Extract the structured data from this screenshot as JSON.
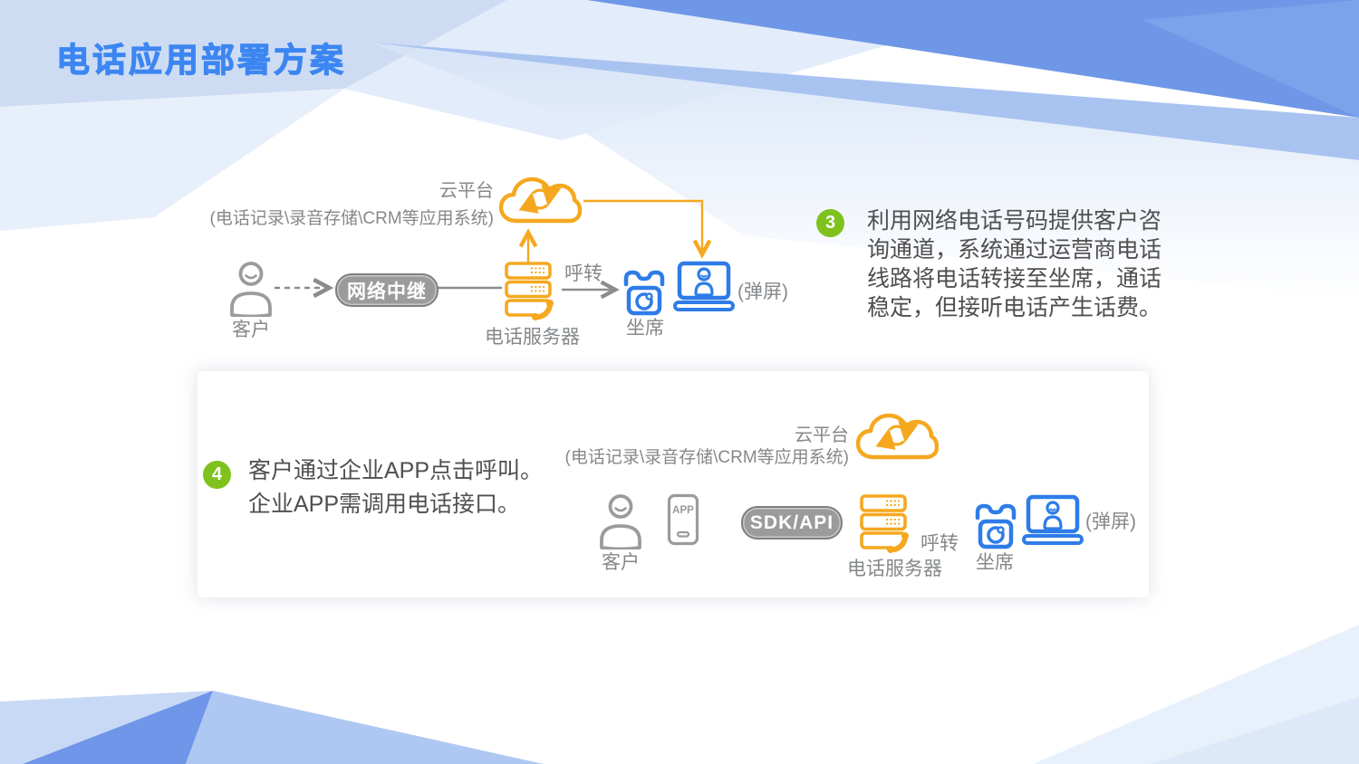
{
  "slide": {
    "title": "电话应用部署方案"
  },
  "colors": {
    "title_blue": "#3C86F2",
    "orange": "#F5A81F",
    "icon_blue": "#2E7CE8",
    "green": "#7FC21E",
    "gray_text": "#85888B",
    "dark_text": "#4F4F4F",
    "pill_gray": "#9B9B9B"
  },
  "icons": [
    "customer-person-icon",
    "phone-server-icon",
    "cloud-sync-icon",
    "agent-phone-icon",
    "agent-laptop-icon",
    "smartphone-app-icon"
  ],
  "flow_top": {
    "cloud_title": "云平台",
    "cloud_subtitle": "(电话记录\\录音存储\\CRM等应用系统)",
    "customer": "客户",
    "relay_pill": "网络中继",
    "server": "电话服务器",
    "transfer": "呼转",
    "agent": "坐席",
    "popup": "(弹屏)",
    "note": {
      "number": "3",
      "text": "利用网络电话号码提供客户咨询通道，系统通过运营商电话线路将电话转接至坐席，通话稳定，但接听电话产生话费。"
    }
  },
  "flow_bottom": {
    "cloud_title": "云平台",
    "cloud_subtitle": "(电话记录\\录音存储\\CRM等应用系统)",
    "customer": "客户",
    "app_badge": "APP",
    "sdk_pill": "SDK/API",
    "server": "电话服务器",
    "transfer": "呼转",
    "agent": "坐席",
    "popup": "(弹屏)",
    "note": {
      "number": "4",
      "line1": "客户通过企业APP点击呼叫。",
      "line2": "企业APP需调用电话接口。"
    }
  }
}
